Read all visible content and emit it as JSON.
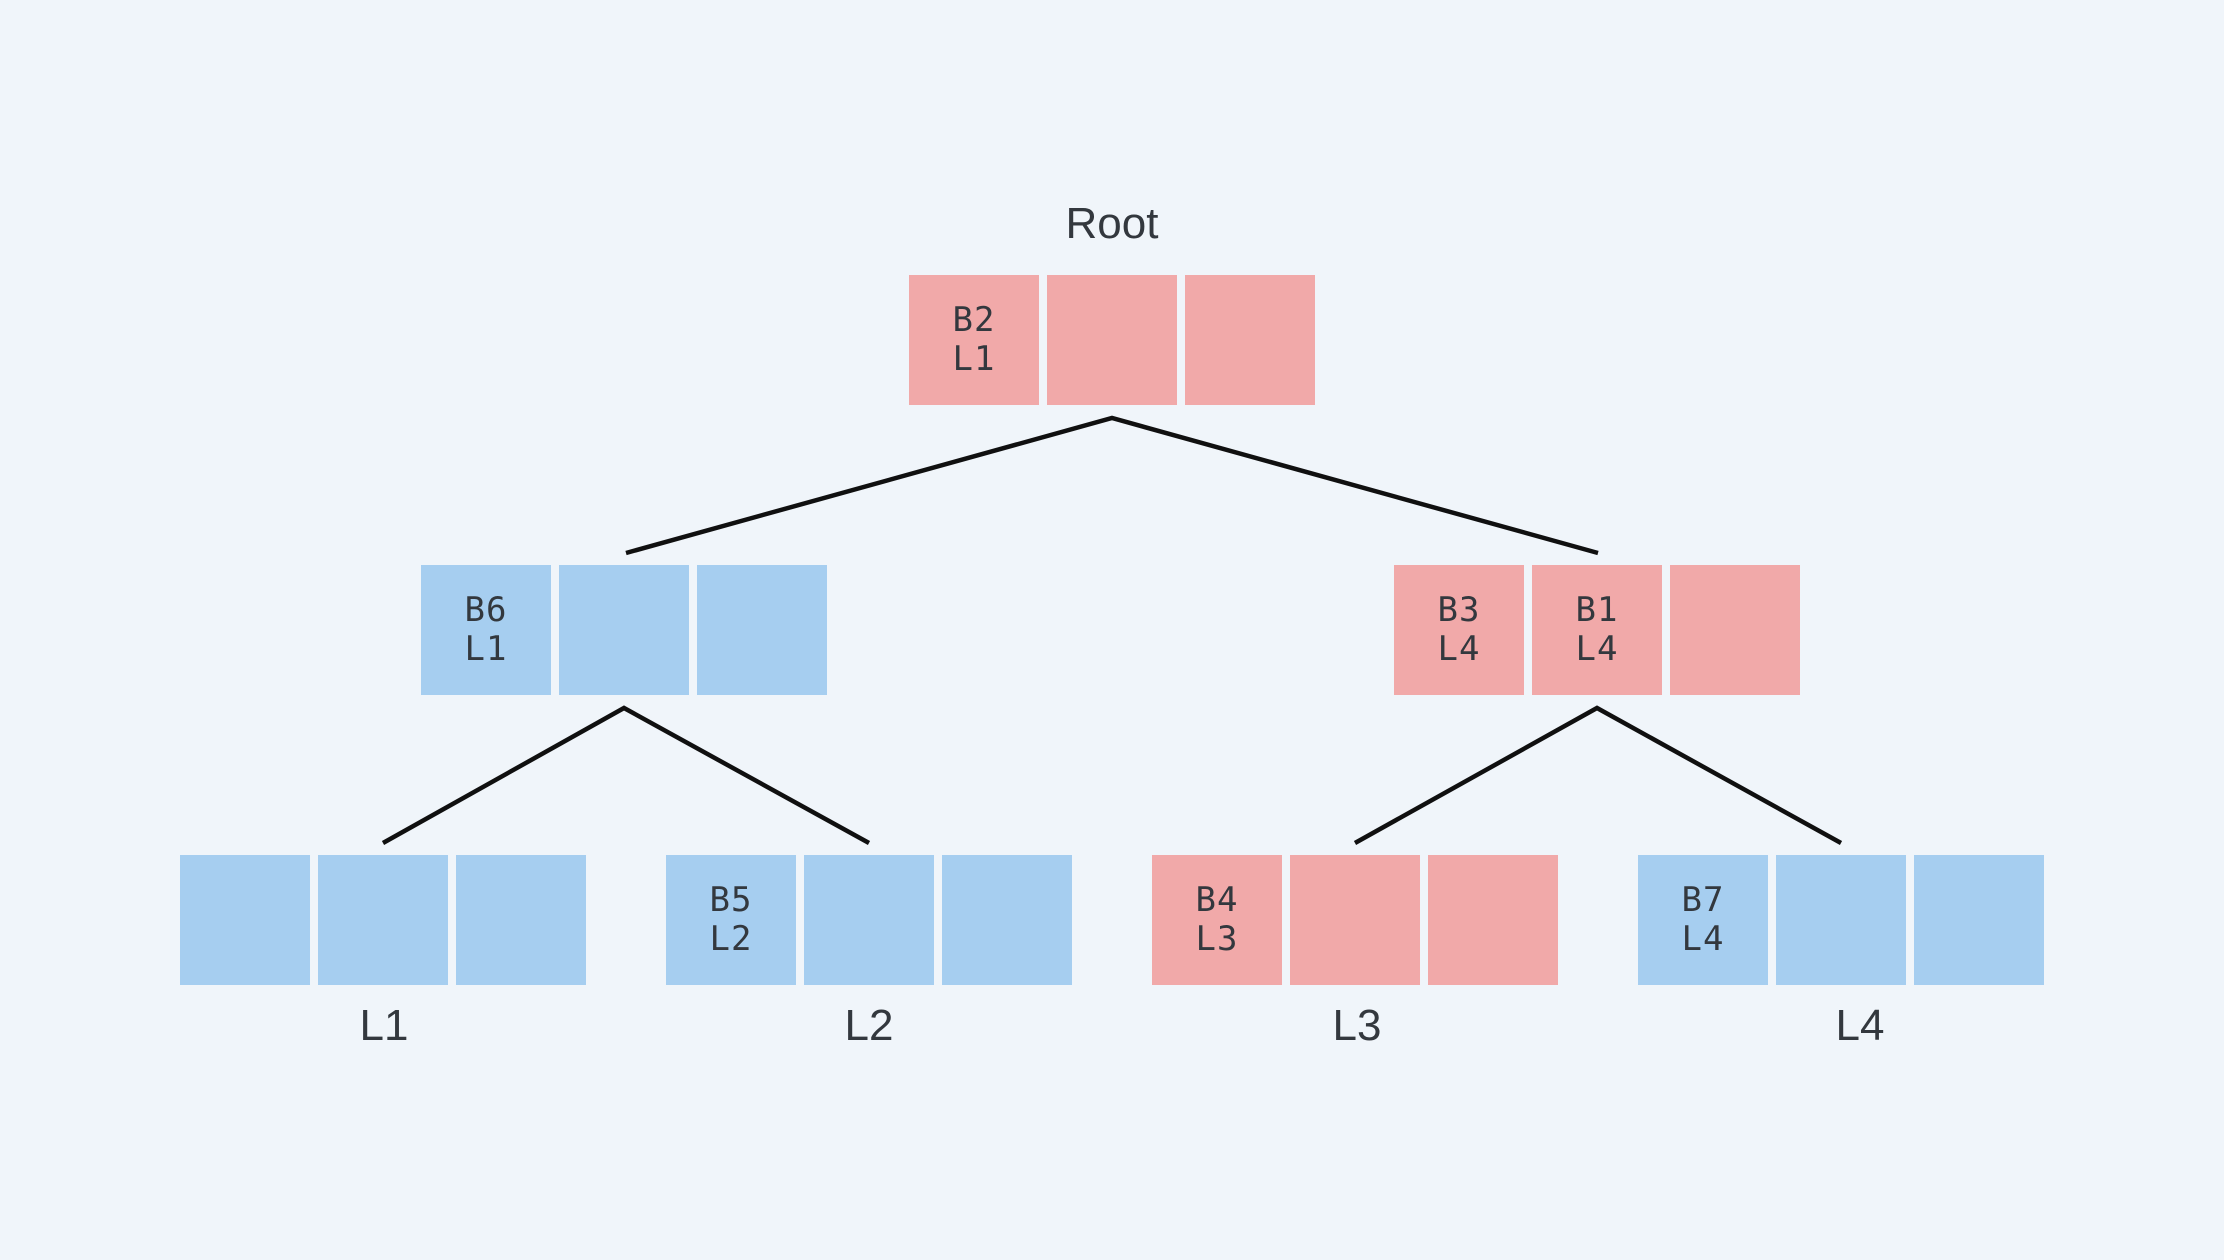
{
  "colors": {
    "background": "#F0F5FA",
    "pink": "#F1A9A9",
    "blue": "#A6CEF0",
    "text": "#33383E",
    "line": "#101010"
  },
  "tree": {
    "root": {
      "label": "Root",
      "color": "pink",
      "cells": [
        {
          "top": "B2",
          "bottom": "L1"
        },
        {
          "top": "",
          "bottom": ""
        },
        {
          "top": "",
          "bottom": ""
        }
      ]
    },
    "internal_left": {
      "color": "blue",
      "cells": [
        {
          "top": "B6",
          "bottom": "L1"
        },
        {
          "top": "",
          "bottom": ""
        },
        {
          "top": "",
          "bottom": ""
        }
      ]
    },
    "internal_right": {
      "color": "pink",
      "cells": [
        {
          "top": "B3",
          "bottom": "L4"
        },
        {
          "top": "B1",
          "bottom": "L4"
        },
        {
          "top": "",
          "bottom": ""
        }
      ]
    },
    "leaves": [
      {
        "label": "L1",
        "color": "blue",
        "cells": [
          {
            "top": "",
            "bottom": ""
          },
          {
            "top": "",
            "bottom": ""
          },
          {
            "top": "",
            "bottom": ""
          }
        ]
      },
      {
        "label": "L2",
        "color": "blue",
        "cells": [
          {
            "top": "B5",
            "bottom": "L2"
          },
          {
            "top": "",
            "bottom": ""
          },
          {
            "top": "",
            "bottom": ""
          }
        ]
      },
      {
        "label": "L3",
        "color": "pink",
        "cells": [
          {
            "top": "B4",
            "bottom": "L3"
          },
          {
            "top": "",
            "bottom": ""
          },
          {
            "top": "",
            "bottom": ""
          }
        ]
      },
      {
        "label": "L4",
        "color": "blue",
        "cells": [
          {
            "top": "B7",
            "bottom": "L4"
          },
          {
            "top": "",
            "bottom": ""
          },
          {
            "top": "",
            "bottom": ""
          }
        ]
      }
    ]
  }
}
